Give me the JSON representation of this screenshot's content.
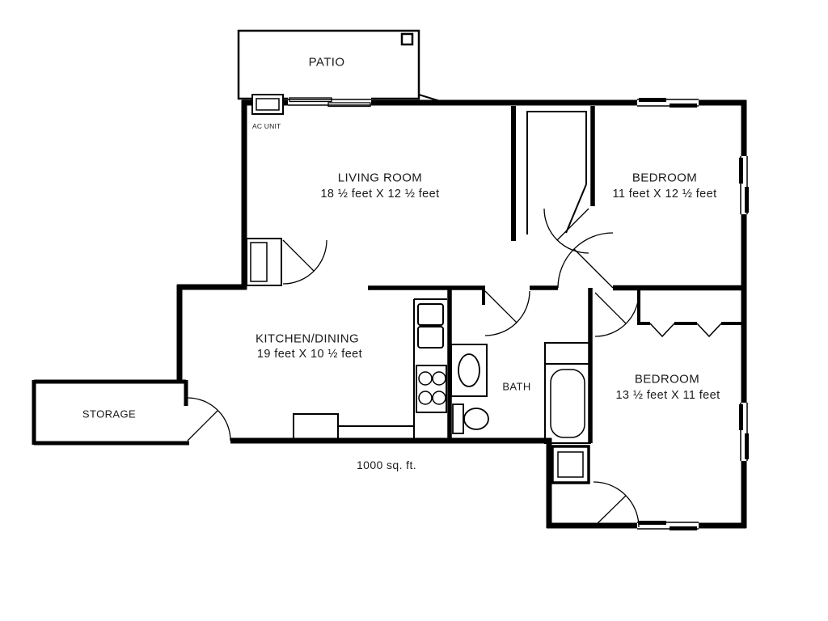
{
  "floorplan": {
    "total_area": "1000 sq. ft.",
    "rooms": {
      "patio": {
        "label": "PATIO"
      },
      "ac_unit": {
        "label": "AC UNIT"
      },
      "living_room": {
        "label": "LIVING ROOM",
        "dimensions": "18 ½ feet X 12 ½ feet"
      },
      "bedroom_top": {
        "label": "BEDROOM",
        "dimensions": "11 feet X 12 ½ feet"
      },
      "kitchen_dining": {
        "label": "KITCHEN/DINING",
        "dimensions": "19 feet X 10 ½ feet"
      },
      "storage": {
        "label": "STORAGE"
      },
      "bath": {
        "label": "BATH"
      },
      "bedroom_bottom": {
        "label": "BEDROOM",
        "dimensions": "13 ½ feet X 11 feet"
      }
    },
    "colors": {
      "wall": "#000000",
      "background": "#ffffff"
    }
  }
}
